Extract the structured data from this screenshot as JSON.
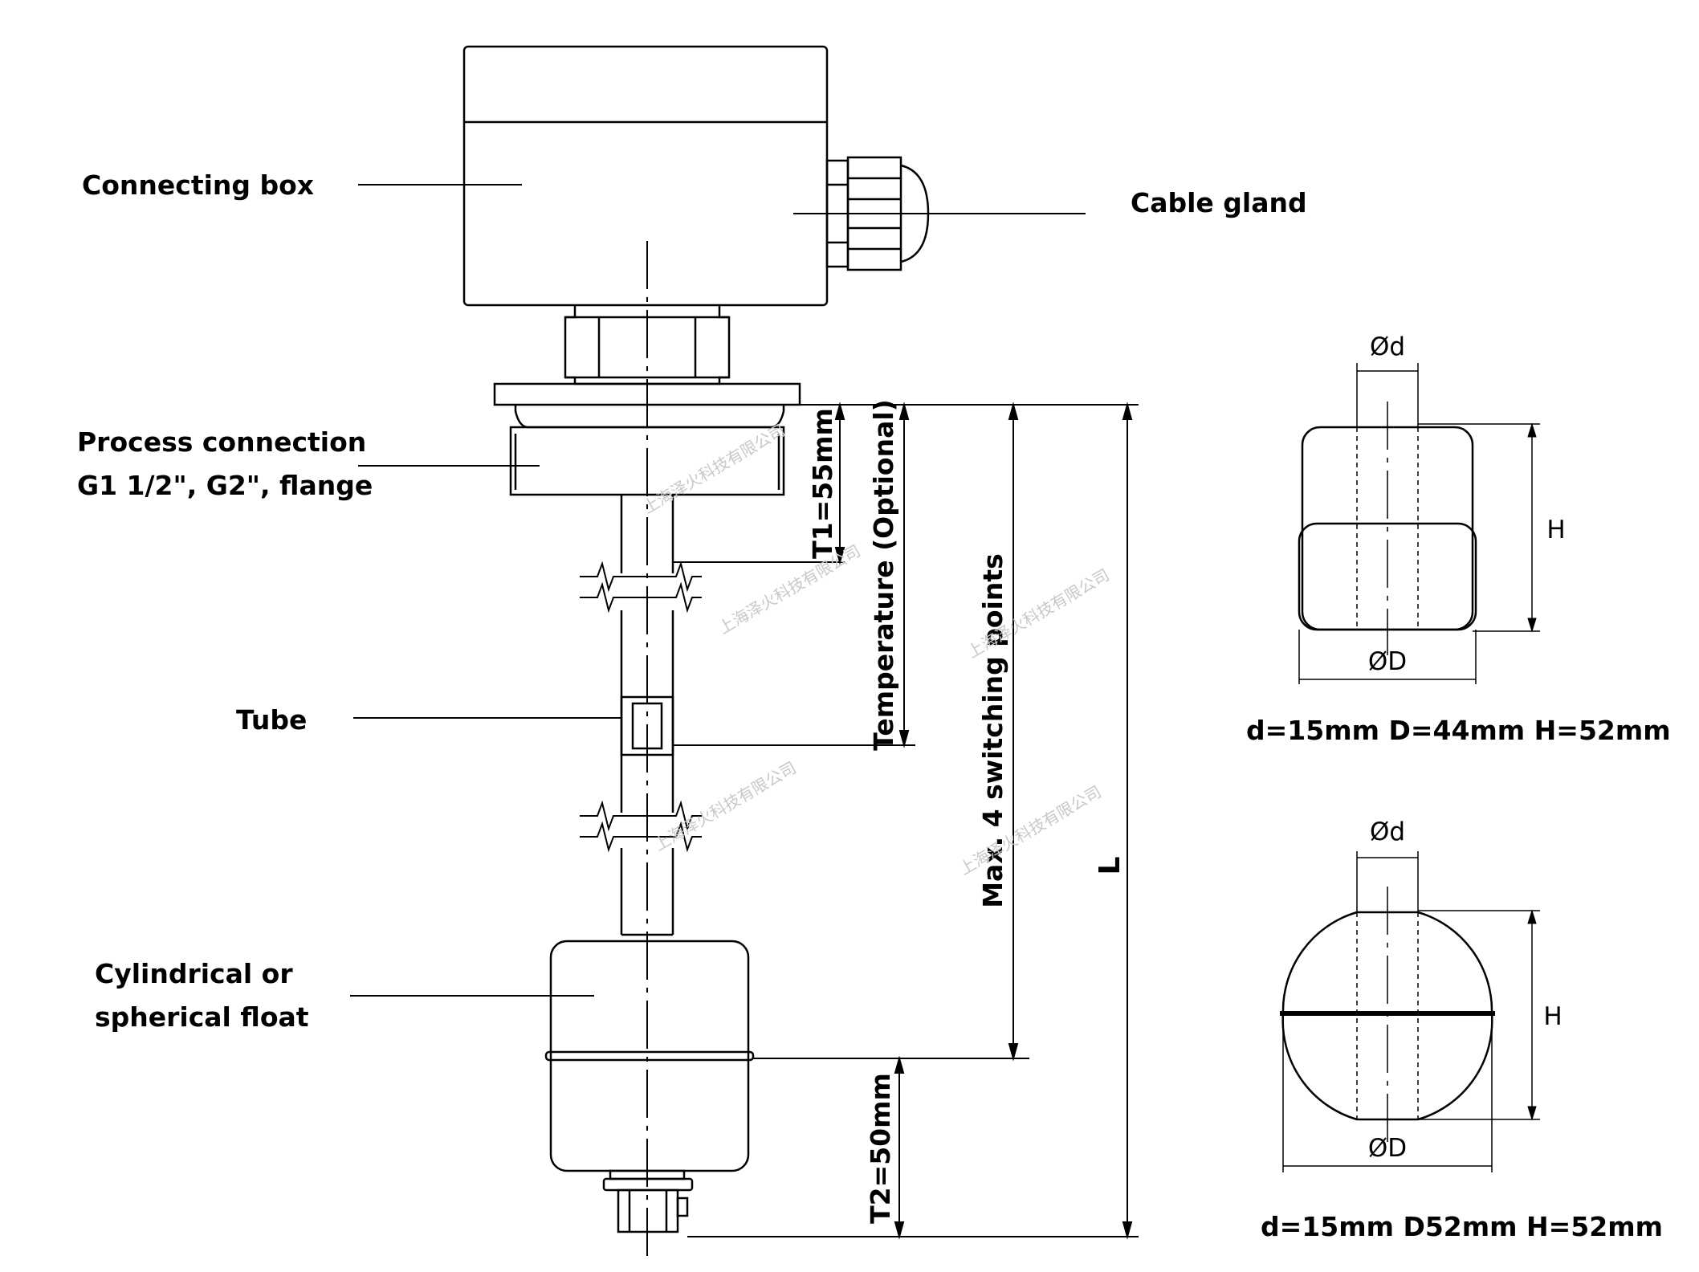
{
  "labels": {
    "connecting_box": "Connecting box",
    "cable_gland": "Cable gland",
    "process_connection_line1": "Process connection",
    "process_connection_line2": "G1 1/2\", G2\", flange",
    "tube": "Tube",
    "float_line1": "Cylindrical or",
    "float_line2": "spherical float"
  },
  "dimensions": {
    "t1": "T1=55mm",
    "temperature": "Temperature (Optional)",
    "switching_points": "Max. 4 switching points",
    "t2": "T2=50mm",
    "l": "L"
  },
  "cylindrical_float": {
    "d_label": "Ød",
    "D_label": "ØD",
    "H_label": "H",
    "spec": "d=15mm D=44mm H=52mm"
  },
  "spherical_float": {
    "d_label": "Ød",
    "D_label": "ØD",
    "H_label": "H",
    "spec": "d=15mm D52mm H=52mm"
  },
  "watermark": "上海泽火科技有限公司",
  "colors": {
    "line": "#000000",
    "watermark": "#c8c8c8"
  }
}
